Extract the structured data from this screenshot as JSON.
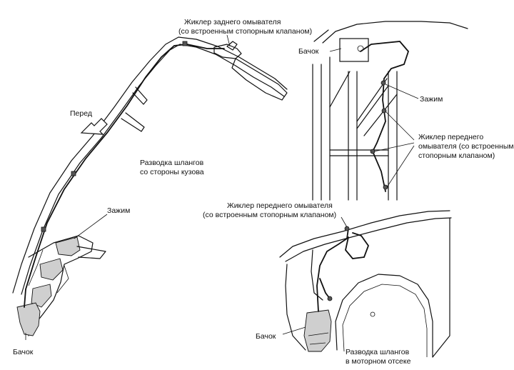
{
  "labels": {
    "rear_jet_1": "Жиклер заднего омывателя",
    "rear_jet_2": "(со встроенным стопорным клапаном)",
    "front_dir": "Перед",
    "body_hoses_1": "Разводка шлангов",
    "body_hoses_2": "со стороны кузова",
    "clamp_left": "Зажим",
    "tank_left": "Бачок",
    "tank_top": "Бачок",
    "clamp_right": "Зажим",
    "front_jet_a1": "Жиклер переднего",
    "front_jet_a2": "омывателя (со встроенным",
    "front_jet_a3": "стопорным клапаном)",
    "front_jet_b1": "Жиклер переднего омывателя",
    "front_jet_b2": "(со встроенным стопорным клапаном)",
    "tank_bottom": "Бачок",
    "engine_hoses_1": "Разводка шлангов",
    "engine_hoses_2": "в моторном отсеке"
  }
}
